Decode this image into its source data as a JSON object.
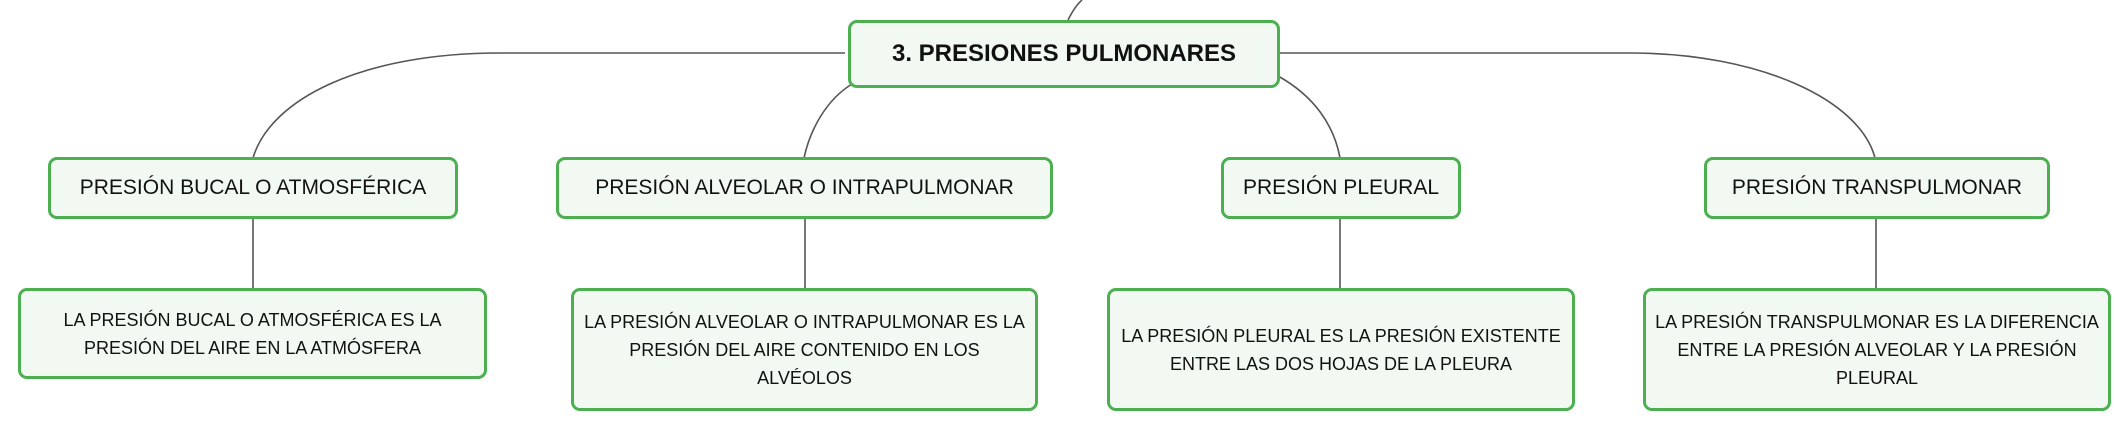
{
  "diagram": {
    "root": {
      "label": "3. PRESIONES PULMONARES"
    },
    "branches": [
      {
        "title": "PRESIÓN BUCAL O ATMOSFÉRICA",
        "description": "LA PRESIÓN BUCAL O ATMOSFÉRICA ES LA PRESIÓN DEL AIRE EN LA ATMÓSFERA"
      },
      {
        "title": "PRESIÓN ALVEOLAR O INTRAPULMONAR",
        "description": "LA PRESIÓN ALVEOLAR O INTRAPULMONAR ES LA PRESIÓN DEL AIRE CONTENIDO EN LOS ALVÉOLOS"
      },
      {
        "title": "PRESIÓN PLEURAL",
        "description": "LA PRESIÓN PLEURAL ES LA PRESIÓN EXISTENTE ENTRE LAS DOS HOJAS DE LA PLEURA"
      },
      {
        "title": "PRESIÓN TRANSPULMONAR",
        "description": "LA PRESIÓN TRANSPULMONAR ES LA DIFERENCIA ENTRE LA PRESIÓN ALVEOLAR Y LA PRESIÓN PLEURAL"
      }
    ],
    "colors": {
      "node_border": "#4caf50",
      "node_fill": "#f2f9f3",
      "connector": "#555555",
      "text": "#111111"
    }
  }
}
